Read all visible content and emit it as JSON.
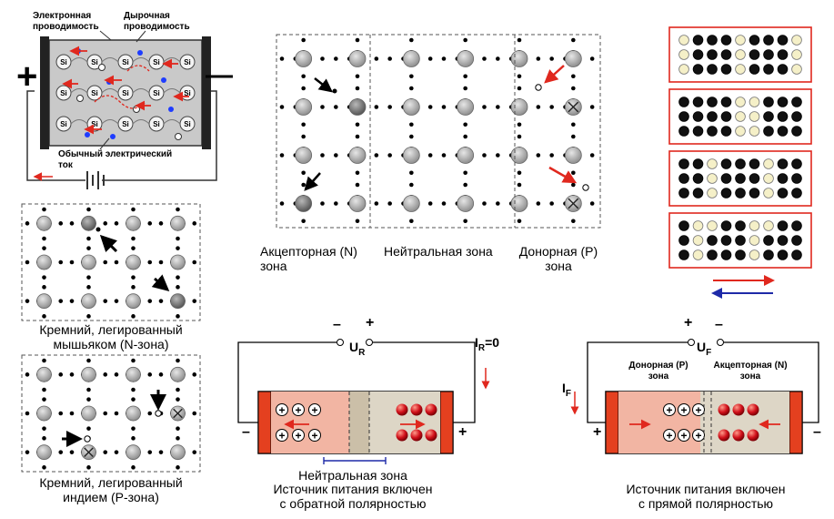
{
  "conduction": {
    "electron_label": "Электронная проводимость",
    "hole_label": "Дырочная проводимость",
    "current_label": "Обычный электрический ток",
    "plus": "+",
    "minus": "—",
    "atom_symbol": "Si"
  },
  "lattice": {
    "zone_acceptor": "Акцепторная (N) зона",
    "zone_neutral": "Нейтральная зона",
    "zone_donor": "Донорная (P) зона"
  },
  "doped": {
    "n_caption": "Кремний, легированный мышьяком (N-зона)",
    "p_caption": "Кремний, легированный индием (P-зона)"
  },
  "reverse": {
    "minus": "–",
    "plus": "+",
    "voltage": "U",
    "voltage_sub": "R",
    "current": "I",
    "current_sub": "R",
    "current_value": "=0",
    "neutral_label": "Нейтральная зона",
    "caption_line1": "Источник питания включен",
    "caption_line2": "с обратной полярностью",
    "left_sign": "–",
    "right_sign": "+"
  },
  "forward": {
    "plus": "+",
    "minus": "–",
    "voltage": "U",
    "voltage_sub": "F",
    "current": "I",
    "current_sub": "F",
    "donor_label": "Донорная (P) зона",
    "acceptor_label": "Акцепторная (N) зона",
    "caption_line1": "Источник питания включен",
    "caption_line2": "с прямой полярностью",
    "left_sign": "+",
    "right_sign": "–"
  },
  "colors": {
    "red": "#e0281e",
    "blue": "#1e2aa8",
    "atom": "#b4b4b4",
    "p_zone": "#f2b5a3",
    "n_zone": "#ddd6c6",
    "neutral_zone": "#cbbfa8",
    "electrode": "#e4401f",
    "cream": "#f5f0c8"
  }
}
